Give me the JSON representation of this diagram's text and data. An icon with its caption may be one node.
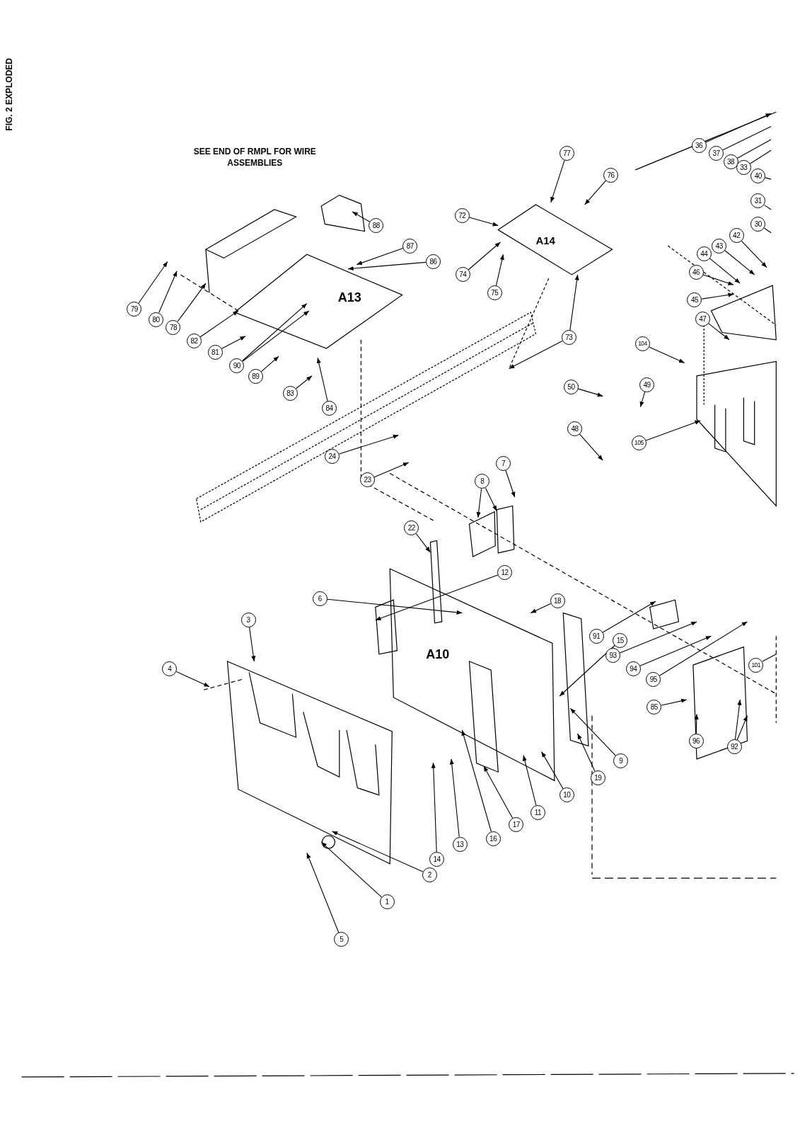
{
  "diagram": {
    "nodes": [
      {
        "text": [
          "36"
        ]
      },
      {
        "text": [
          "37"
        ]
      },
      {
        "text": [
          "38"
        ]
      },
      {
        "text": [
          "33"
        ]
      },
      {
        "text": [
          "77"
        ]
      },
      {
        "text": [
          "40"
        ]
      },
      {
        "text": [
          "76"
        ]
      },
      {
        "text": [
          "31"
        ]
      },
      {
        "text": [
          "72"
        ]
      },
      {
        "text": [
          "88"
        ]
      },
      {
        "text": [
          "30"
        ]
      },
      {
        "text": [
          "42"
        ]
      },
      {
        "text": [
          "87"
        ]
      },
      {
        "text": [
          "43"
        ]
      },
      {
        "text": [
          "86"
        ]
      },
      {
        "text": [
          "74"
        ]
      },
      {
        "text": [
          "44"
        ]
      },
      {
        "text": [
          "46"
        ]
      },
      {
        "text": [
          "75"
        ]
      },
      {
        "text": [
          "79"
        ]
      },
      {
        "text": [
          "45"
        ]
      },
      {
        "text": [
          "80"
        ]
      },
      {
        "text": [
          "78"
        ]
      },
      {
        "text": [
          "82"
        ]
      },
      {
        "text": [
          "47"
        ]
      },
      {
        "text": [
          "73"
        ]
      },
      {
        "text": [
          "104"
        ]
      },
      {
        "text": [
          "81"
        ]
      },
      {
        "text": [
          "90"
        ]
      },
      {
        "text": [
          "89"
        ]
      },
      {
        "text": [
          "50"
        ]
      },
      {
        "text": [
          "49"
        ]
      },
      {
        "text": [
          "83"
        ]
      },
      {
        "text": [
          "84"
        ]
      },
      {
        "text": [
          "48"
        ]
      },
      {
        "text": [
          "105"
        ]
      },
      {
        "text": [
          "24"
        ]
      },
      {
        "text": [
          "7"
        ]
      },
      {
        "text": [
          "8"
        ]
      },
      {
        "text": [
          "23"
        ]
      },
      {
        "text": [
          "22"
        ]
      },
      {
        "text": [
          "12"
        ]
      },
      {
        "text": [
          "6"
        ]
      },
      {
        "text": [
          "18"
        ]
      },
      {
        "text": [
          "3"
        ]
      },
      {
        "text": [
          "91"
        ]
      },
      {
        "text": [
          "93"
        ]
      },
      {
        "text": [
          "15"
        ]
      },
      {
        "text": [
          "94"
        ]
      },
      {
        "text": [
          "4"
        ]
      },
      {
        "text": [
          "95"
        ]
      },
      {
        "text": [
          "85"
        ]
      },
      {
        "text": [
          "101"
        ]
      },
      {
        "text": [
          "96"
        ]
      },
      {
        "text": [
          "92"
        ]
      },
      {
        "text": [
          "9"
        ]
      },
      {
        "text": [
          "19"
        ]
      },
      {
        "text": [
          "10"
        ]
      },
      {
        "text": [
          "11"
        ]
      },
      {
        "text": [
          "17"
        ]
      },
      {
        "text": [
          "16"
        ]
      },
      {
        "text": [
          "13"
        ]
      },
      {
        "text": [
          "14"
        ]
      },
      {
        "text": [
          "2"
        ]
      },
      {
        "text": [
          "1"
        ]
      },
      {
        "text": [
          "5"
        ]
      }
    ],
    "edges": [
      {
        "from": 0,
        "to": null,
        "arrow": "to"
      },
      {
        "from": 1,
        "to": null,
        "arrow": "none"
      },
      {
        "from": 2,
        "to": null,
        "arrow": "none"
      },
      {
        "from": 3,
        "to": null,
        "arrow": "none"
      },
      {
        "from": 4,
        "to": null,
        "arrow": "to"
      },
      {
        "from": 5,
        "to": null,
        "arrow": "none"
      },
      {
        "from": 6,
        "to": null,
        "arrow": "to"
      },
      {
        "from": 7,
        "to": null,
        "arrow": "none"
      },
      {
        "from": 8,
        "to": null,
        "arrow": "to"
      },
      {
        "from": 9,
        "to": null,
        "arrow": "to"
      },
      {
        "from": 10,
        "to": null,
        "arrow": "none"
      },
      {
        "from": 11,
        "to": null,
        "arrow": "to"
      },
      {
        "from": 12,
        "to": null,
        "arrow": "to"
      },
      {
        "from": 13,
        "to": null,
        "arrow": "to"
      },
      {
        "from": 14,
        "to": null,
        "arrow": "to"
      },
      {
        "from": 15,
        "to": null,
        "arrow": "to"
      },
      {
        "from": 16,
        "to": null,
        "arrow": "to"
      },
      {
        "from": 17,
        "to": null,
        "arrow": "to"
      },
      {
        "from": 18,
        "to": null,
        "arrow": "to"
      },
      {
        "from": 19,
        "to": null,
        "arrow": "to"
      },
      {
        "from": 20,
        "to": null,
        "arrow": "to"
      },
      {
        "from": 21,
        "to": null,
        "arrow": "to"
      },
      {
        "from": 22,
        "to": null,
        "arrow": "to"
      },
      {
        "from": 23,
        "to": null,
        "arrow": "to"
      },
      {
        "from": 24,
        "to": null,
        "arrow": "to"
      },
      {
        "from": 25,
        "to": null,
        "arrow": "to"
      },
      {
        "from": 25,
        "to": null,
        "arrow": "to"
      },
      {
        "from": 26,
        "to": null,
        "arrow": "to"
      },
      {
        "from": 27,
        "to": null,
        "arrow": "to"
      },
      {
        "from": 28,
        "to": null,
        "arrow": "to"
      },
      {
        "from": 28,
        "to": null,
        "arrow": "to"
      },
      {
        "from": 29,
        "to": null,
        "arrow": "to"
      },
      {
        "from": 30,
        "to": null,
        "arrow": "to"
      },
      {
        "from": 31,
        "to": null,
        "arrow": "to"
      },
      {
        "from": 32,
        "to": null,
        "arrow": "to"
      },
      {
        "from": 33,
        "to": null,
        "arrow": "to"
      },
      {
        "from": 34,
        "to": null,
        "arrow": "to"
      },
      {
        "from": 35,
        "to": null,
        "arrow": "to"
      },
      {
        "from": 36,
        "to": null,
        "arrow": "to"
      },
      {
        "from": 37,
        "to": null,
        "arrow": "to"
      },
      {
        "from": 38,
        "to": null,
        "arrow": "to"
      },
      {
        "from": 38,
        "to": null,
        "arrow": "to"
      },
      {
        "from": 39,
        "to": null,
        "arrow": "to"
      },
      {
        "from": 40,
        "to": null,
        "arrow": "to"
      },
      {
        "from": 41,
        "to": null,
        "arrow": "to"
      },
      {
        "from": 42,
        "to": null,
        "arrow": "to"
      },
      {
        "from": 43,
        "to": null,
        "arrow": "to"
      },
      {
        "from": 44,
        "to": null,
        "arrow": "to"
      },
      {
        "from": 45,
        "to": null,
        "arrow": "to"
      },
      {
        "from": 46,
        "to": null,
        "arrow": "to"
      },
      {
        "from": 47,
        "to": null,
        "arrow": "to"
      },
      {
        "from": 48,
        "to": null,
        "arrow": "to"
      },
      {
        "from": 49,
        "to": null,
        "arrow": "to"
      },
      {
        "from": 50,
        "to": null,
        "arrow": "to"
      },
      {
        "from": 51,
        "to": null,
        "arrow": "to"
      },
      {
        "from": 52,
        "to": null,
        "arrow": "none"
      },
      {
        "from": 53,
        "to": null,
        "arrow": "to"
      },
      {
        "from": 54,
        "to": null,
        "arrow": "to"
      },
      {
        "from": 54,
        "to": null,
        "arrow": "to"
      },
      {
        "from": 55,
        "to": null,
        "arrow": "to"
      },
      {
        "from": 56,
        "to": null,
        "arrow": "to"
      },
      {
        "from": 57,
        "to": null,
        "arrow": "to"
      },
      {
        "from": 58,
        "to": null,
        "arrow": "to"
      },
      {
        "from": 59,
        "to": null,
        "arrow": "to"
      },
      {
        "from": 60,
        "to": null,
        "arrow": "to"
      },
      {
        "from": 61,
        "to": null,
        "arrow": "to"
      },
      {
        "from": 62,
        "to": null,
        "arrow": "to"
      },
      {
        "from": 63,
        "to": null,
        "arrow": "to"
      },
      {
        "from": 64,
        "to": null,
        "arrow": "to"
      },
      {
        "from": 65,
        "to": null,
        "arrow": "to"
      }
    ],
    "labels": [
      "FIG. 2 EXPLODED",
      "SEE END OF RMPL FOR WIRE ASSEMBLIES",
      "A13",
      "A14",
      "A10"
    ]
  }
}
